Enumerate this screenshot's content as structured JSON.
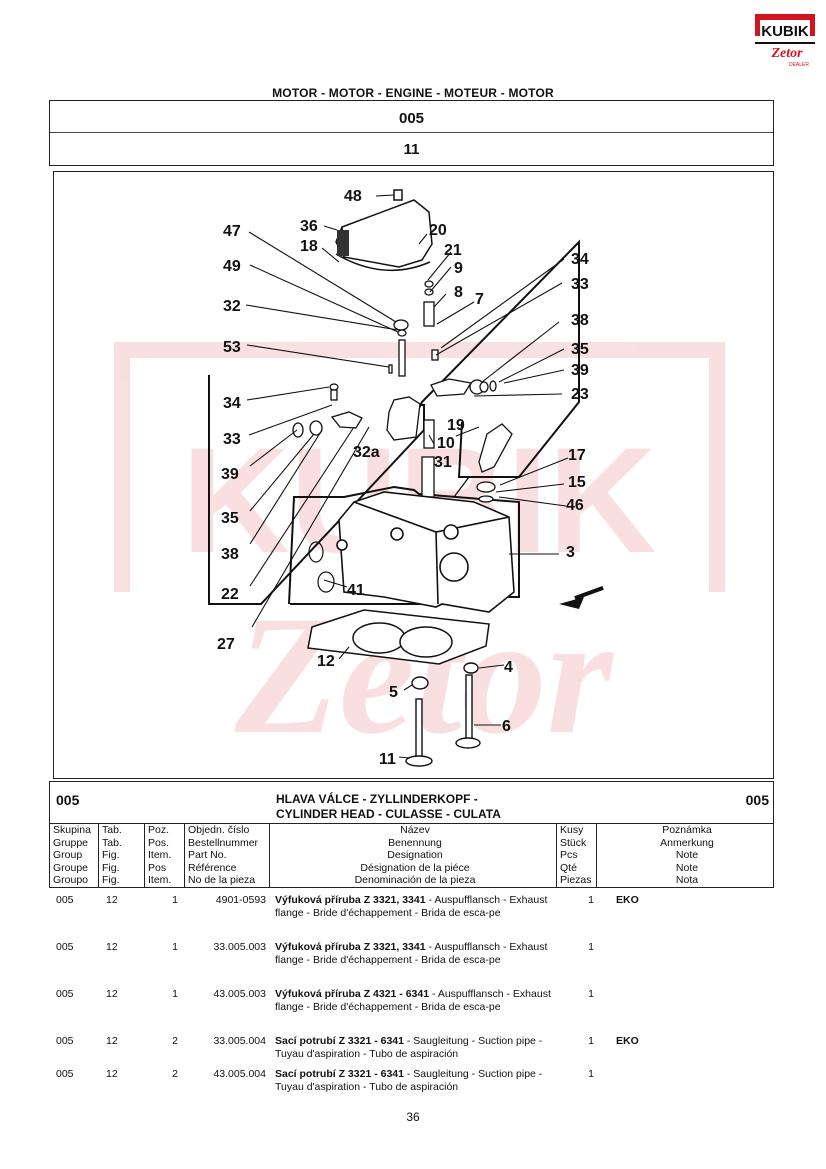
{
  "logo": {
    "word1": "KUBIK",
    "word2": "Zetor",
    "word3": "DEALER",
    "red": "#d4141c"
  },
  "heading": "MOTOR - MOTOR - ENGINE - MOTEUR - MOTOR",
  "section_code": "005",
  "figure_number": "11",
  "callouts": [
    "48",
    "36",
    "20",
    "47",
    "18",
    "21",
    "9",
    "49",
    "8",
    "7",
    "32",
    "34",
    "33",
    "53",
    "38",
    "35",
    "39",
    "23",
    "34",
    "33",
    "32a",
    "19",
    "10",
    "31",
    "17",
    "15",
    "46",
    "39",
    "35",
    "38",
    "3",
    "22",
    "41",
    "27",
    "12",
    "4",
    "5",
    "6",
    "11"
  ],
  "parts_header": {
    "code_left": "005",
    "code_right": "005",
    "title_line1": "HLAVA VÁLCE - ZYLLINDERKOPF -",
    "title_line2": "CYLINDER HEAD - CULASSE - CULATA"
  },
  "columns": {
    "skupina": [
      "Skupina",
      "Gruppe",
      "Group",
      "Groupe",
      "Groupo"
    ],
    "tab": [
      "Tab.",
      "Tab.",
      "Fig.",
      "Fig.",
      "Fig."
    ],
    "poz": [
      "Poz.",
      "Pos.",
      "Item.",
      "Pos",
      "Item."
    ],
    "cislo": [
      "Objedn. číslo",
      "Bestellnummer",
      "Part No.",
      "Référence",
      "No de la pieza"
    ],
    "nazev": [
      "Název",
      "Benennung",
      "Designation",
      "Désignation de la piéce",
      "Denominación de la pieza"
    ],
    "kusy": [
      "Kusy",
      "Stück",
      "Pcs",
      "Qté",
      "Piezas"
    ],
    "poznamka": [
      "Poznámka",
      "Anmerkung",
      "Note",
      "Note",
      "Nota"
    ]
  },
  "items": [
    {
      "group": "005",
      "tab": "12",
      "pos": "1",
      "number": "4901-0593",
      "name_bold": "Výfuková příruba Z 3321, 3341",
      "name_rest": " - Auspufflansch - Exhaust flange - Bride d'échappement - Brida de esca-pe",
      "qty": "1",
      "note": "EKO"
    },
    {
      "group": "005",
      "tab": "12",
      "pos": "1",
      "number": "33.005.003",
      "name_bold": "Výfuková příruba Z 3321, 3341",
      "name_rest": " - Auspufflansch - Exhaust flange - Bride d'échappement - Brida de esca-pe",
      "qty": "1",
      "note": ""
    },
    {
      "group": "005",
      "tab": "12",
      "pos": "1",
      "number": "43.005.003",
      "name_bold": "Výfuková příruba Z 4321 - 6341",
      "name_rest": " - Auspufflansch - Exhaust flange - Bride d'échappement - Brida de esca-pe",
      "qty": "1",
      "note": ""
    },
    {
      "group": "005",
      "tab": "12",
      "pos": "2",
      "number": "33.005.004",
      "name_bold": "Sací potrubí Z 3321 - 6341",
      "name_rest": " - Saugleitung - Suction pipe - Tuyau d'aspiration - Tubo de aspiración",
      "qty": "1",
      "note": "EKO"
    },
    {
      "group": "005",
      "tab": "12",
      "pos": "2",
      "number": "43.005.004",
      "name_bold": "Sací potrubí Z 3321 - 6341",
      "name_rest": " - Saugleitung - Suction pipe - Tuyau d'aspiration - Tubo de aspiración",
      "qty": "1",
      "note": ""
    }
  ],
  "page_number": "36"
}
